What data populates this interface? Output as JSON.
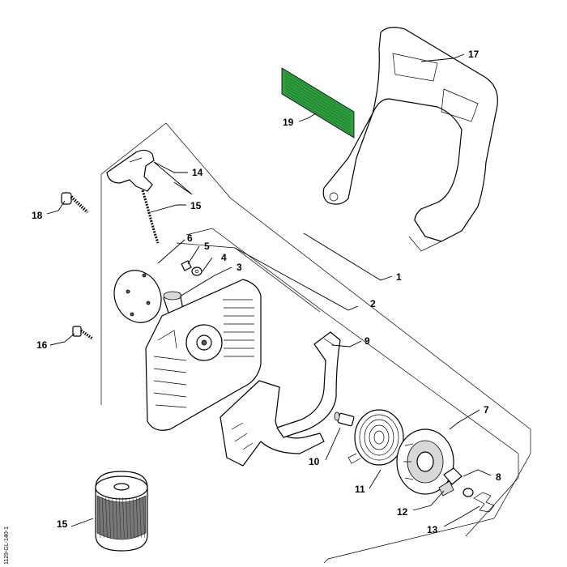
{
  "diagram": {
    "side_code": "1129-GL-140-1",
    "highlight_color": "#2e9e3f",
    "callouts": [
      {
        "id": "label-1",
        "text": "1"
      },
      {
        "id": "label-2",
        "text": "2"
      },
      {
        "id": "label-3",
        "text": "3"
      },
      {
        "id": "label-4",
        "text": "4"
      },
      {
        "id": "label-5",
        "text": "5"
      },
      {
        "id": "label-6",
        "text": "6"
      },
      {
        "id": "label-7",
        "text": "7"
      },
      {
        "id": "label-8",
        "text": "8"
      },
      {
        "id": "label-9",
        "text": "9"
      },
      {
        "id": "label-10",
        "text": "10"
      },
      {
        "id": "label-11",
        "text": "11"
      },
      {
        "id": "label-12",
        "text": "12"
      },
      {
        "id": "label-13",
        "text": "13"
      },
      {
        "id": "label-14",
        "text": "14"
      },
      {
        "id": "label-15a",
        "text": "15"
      },
      {
        "id": "label-15b",
        "text": "15"
      },
      {
        "id": "label-16",
        "text": "16"
      },
      {
        "id": "label-17",
        "text": "17"
      },
      {
        "id": "label-18",
        "text": "18"
      },
      {
        "id": "label-19",
        "text": "19"
      }
    ]
  }
}
